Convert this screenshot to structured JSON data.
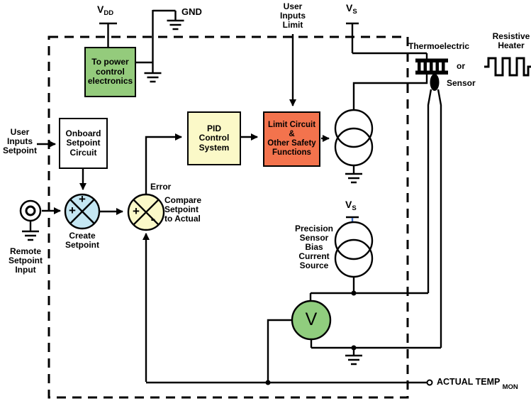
{
  "colors": {
    "box_green": "#94cb7c",
    "box_yellow": "#fbf9c8",
    "box_orange": "#f3734d",
    "junction_blue": "#c4e6f2",
    "junction_yellow": "#fbf9c8",
    "meter_green": "#90cd7e",
    "wire_black": "#000000",
    "vs_tick_blue": "#3a6bc4"
  },
  "supplies": {
    "vdd": {
      "main": "V",
      "sub": "DD"
    },
    "gnd": "GND",
    "vs_top": {
      "main": "V",
      "sub": "S"
    },
    "vs_mid": {
      "main": "V",
      "sub": "S"
    }
  },
  "boxes": {
    "power": "To power\ncontrol\nelectronics",
    "onboard": "Onboard\nSetpoint\nCircuit",
    "pid": "PID\nControl\nSystem",
    "limit": "Limit Circuit\n&\nOther Safety\nFunctions"
  },
  "inputs": {
    "user_limit": "User\nInputs\nLimit",
    "user_setpoint": "User\nInputs\nSetpoint",
    "remote_setpoint": "Remote\nSetpoint\nInput"
  },
  "junctions": {
    "create": {
      "label": "Create\nSetpoint",
      "sign_top": "+",
      "sign_left": "+"
    },
    "compare": {
      "label": "Compare\nSetpoint\nto Actual",
      "error_label": "Error",
      "sign_left": "+",
      "sign_bottom": "-"
    }
  },
  "actuators": {
    "thermoelectric": "Thermoelectric",
    "or": "or",
    "resistive_heater": "Resistive\nHeater",
    "sensor": "Sensor"
  },
  "sensing": {
    "precision_source": "Precision\nSensor\nBias\nCurrent\nSource",
    "voltmeter": "V",
    "actual_temp": {
      "main": "ACTUAL TEMP",
      "sub": "MON"
    }
  }
}
